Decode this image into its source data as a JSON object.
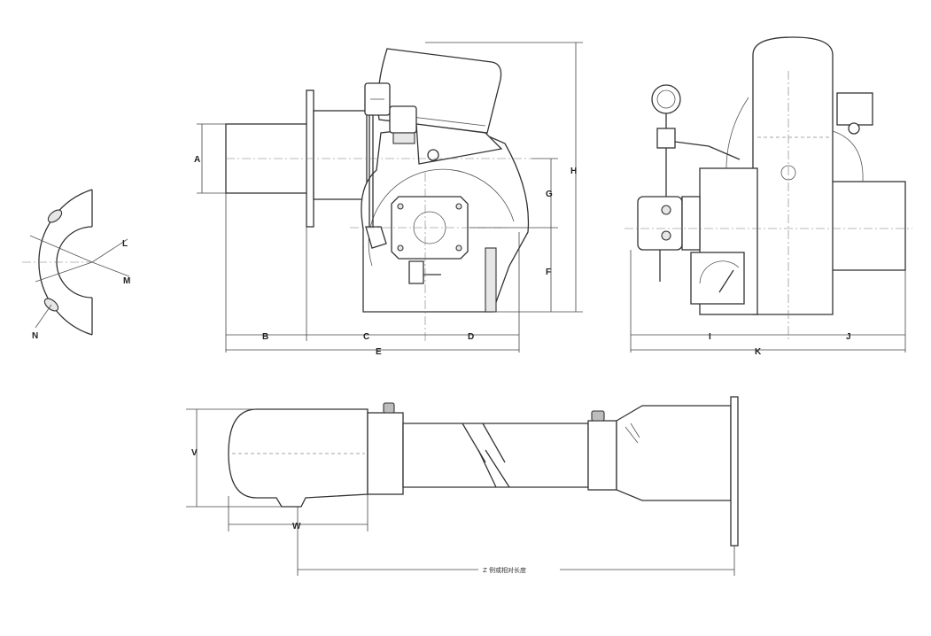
{
  "labels": {
    "A": "A",
    "B": "B",
    "C": "C",
    "D": "D",
    "E": "E",
    "F": "F",
    "G": "G",
    "H": "H",
    "I": "I",
    "J": "J",
    "K": "K",
    "L": "L",
    "M": "M",
    "N": "N",
    "V": "V",
    "W": "W",
    "Z": "Z 例或相对长度"
  },
  "colors": {
    "line": "#333333",
    "fill": "#ffffff",
    "shade": "#e6e6e6",
    "background": "#ffffff"
  },
  "icons": {
    "flange": "flange-arc-icon",
    "gauge": "pressure-gauge-icon",
    "pump": "oil-pump-icon",
    "motor": "motor-icon",
    "dial": "air-damper-dial-icon"
  }
}
